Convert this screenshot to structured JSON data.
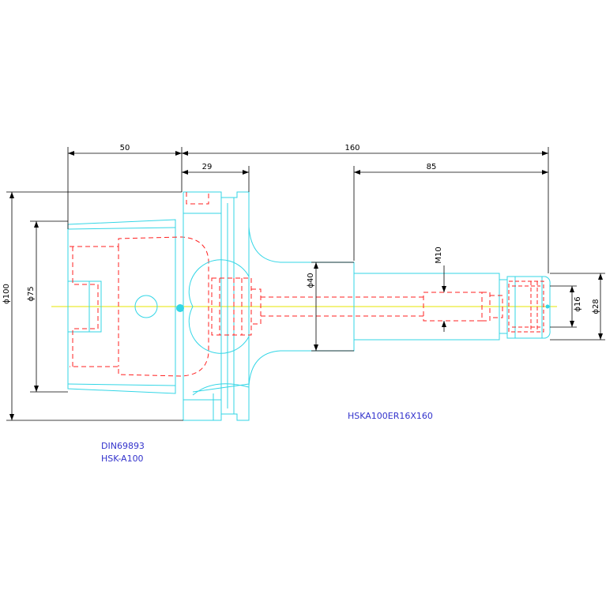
{
  "colors": {
    "outline": "#33d6e6",
    "hidden": "#ff2020",
    "dimension": "#000000",
    "centerline": "#e6e600",
    "annotation": "#3333cc"
  },
  "dimensions": {
    "d50": "50",
    "d160": "160",
    "d29": "29",
    "d85": "85",
    "dia100": "ϕ100",
    "dia75": "ϕ75",
    "dia40": "ϕ40",
    "m10": "M10",
    "dia16": "ϕ16",
    "dia28": "ϕ28"
  },
  "labels": {
    "standard": "DIN69893",
    "interface": "HSK-A100",
    "model": "HSKA100ER16X160"
  }
}
